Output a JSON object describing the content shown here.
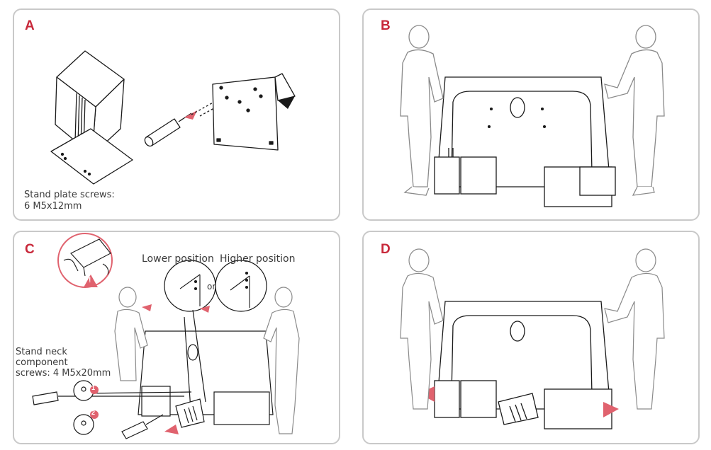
{
  "colors": {
    "accent": "#c8283a",
    "border": "#c9c9c9",
    "line": "#1a1a1a",
    "arrow": "#e0626e"
  },
  "panels": {
    "a": {
      "letter": "A",
      "caption_line1": "Stand plate screws:",
      "caption_line2": "6 M5x12mm"
    },
    "b": {
      "letter": "B"
    },
    "c": {
      "letter": "C",
      "lower_label": "Lower position",
      "higher_label": "Higher position",
      "or_label": "or",
      "neck_line1": "Stand neck",
      "neck_line2": "component",
      "neck_line3": "screws: 4 M5x20mm",
      "step1": "1",
      "step2": "2",
      "warning": "!"
    },
    "d": {
      "letter": "D"
    }
  }
}
